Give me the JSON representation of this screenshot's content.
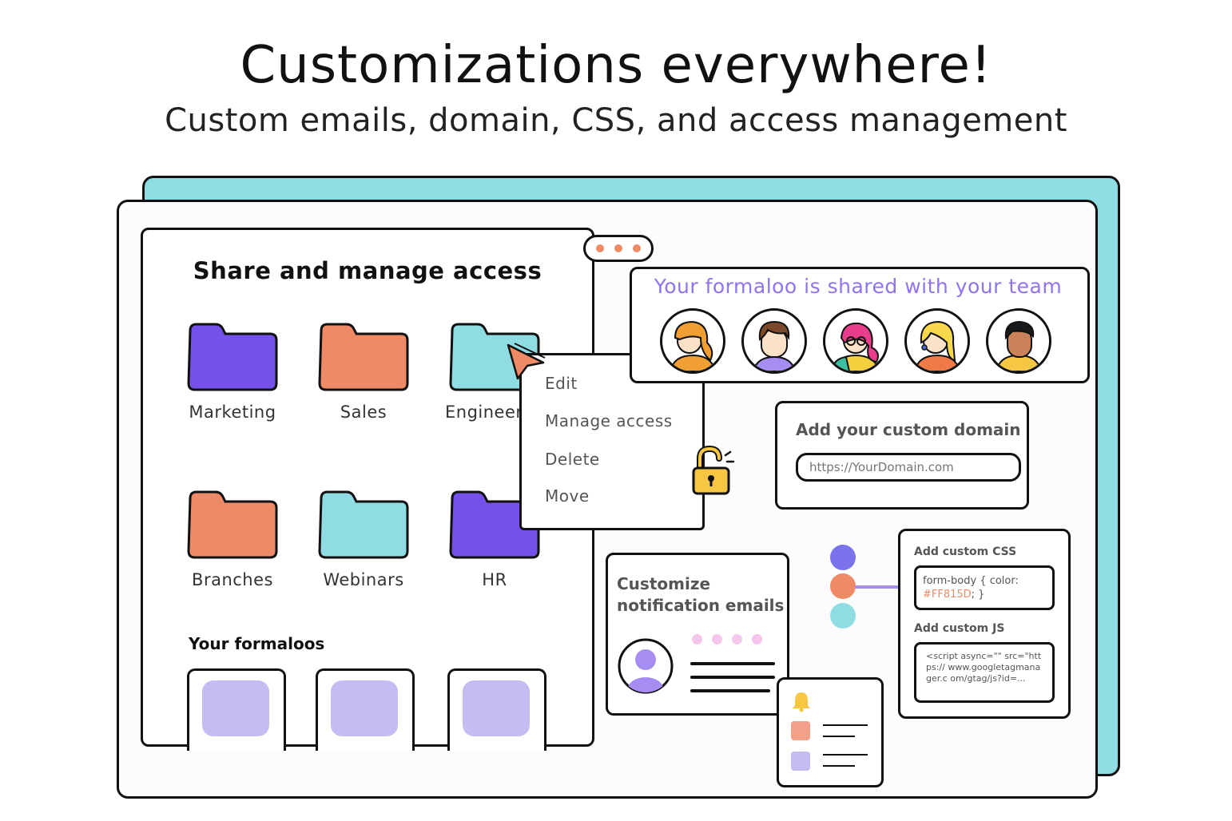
{
  "header": {
    "title": "Customizations everywhere!",
    "subtitle": "Custom emails, domain, CSS, and access management"
  },
  "share": {
    "title": "Share and manage access",
    "folders": [
      {
        "label": "Marketing",
        "color": "#7451e8"
      },
      {
        "label": "Sales",
        "color": "#ef8a66"
      },
      {
        "label": "Engineer",
        "color": "#8fdde3"
      },
      {
        "label": "Branches",
        "color": "#ef8a66"
      },
      {
        "label": "Webinars",
        "color": "#8fdde3"
      },
      {
        "label": "HR",
        "color": "#7451e8"
      }
    ],
    "formaloos_title": "Your formaloos"
  },
  "context_menu": {
    "items": [
      "Edit",
      "Manage access",
      "Delete",
      "Move"
    ]
  },
  "team": {
    "title": "Your formaloo is shared with your team"
  },
  "domain": {
    "title": "Add your custom domain",
    "placeholder": "https://YourDomain.com"
  },
  "notifications": {
    "title": "Customize notification emails"
  },
  "custom_code": {
    "css_label": "Add custom CSS",
    "css_code_prefix": "form-body { color:",
    "css_code_color": "#FF815D",
    "css_code_suffix": "; }",
    "js_label": "Add custom JS",
    "js_code": "<script async=\"\" src=\"https:// www.googletagmanager.c om/gtag/js?id=..."
  },
  "colors": {
    "accent_purple": "#7451e8",
    "accent_orange": "#ef8a66",
    "accent_teal": "#8fdde3",
    "lavender": "#c6bcf3",
    "team_title": "#8f73ef"
  }
}
